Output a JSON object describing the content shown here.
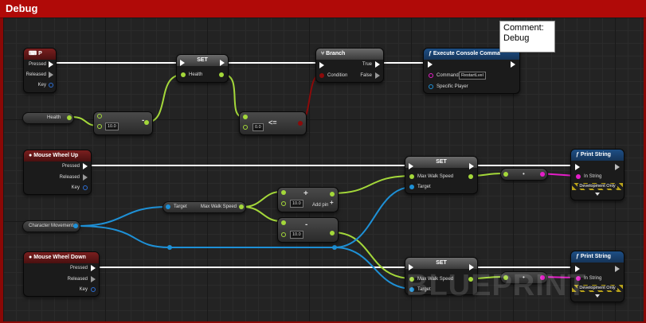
{
  "comment": {
    "title": "Debug",
    "tooltip_line1": "Comment:",
    "tooltip_line2": "Debug"
  },
  "watermark": "BLUEPRINT",
  "colors": {
    "exec": "#ffffff",
    "float": "#a4d83a",
    "object": "#1e90d6",
    "string": "#e51ec8",
    "bool": "#8c0a0a"
  },
  "nodes": {
    "p_event": {
      "title": "P",
      "pins": [
        "Pressed",
        "Released",
        "Key"
      ]
    },
    "health": {
      "label": "Health"
    },
    "subtract1": {
      "value": "10.0",
      "op": "-"
    },
    "set_health": {
      "title": "SET",
      "pin": "Health"
    },
    "lte": {
      "value": "0.0",
      "op": "<="
    },
    "branch": {
      "title": "Branch",
      "true_label": "True",
      "false_label": "False",
      "condition": "Condition"
    },
    "exec_console": {
      "title": "Execute Console Comma",
      "command_label": "Command",
      "command_value": "RestartLvel",
      "player_label": "Specific Player"
    },
    "wheel_up": {
      "title": "Mouse Wheel Up",
      "pins": [
        "Pressed",
        "Released",
        "Key"
      ]
    },
    "wheel_down": {
      "title": "Mouse Wheel Down",
      "pins": [
        "Pressed",
        "Released",
        "Key"
      ]
    },
    "char_movement": {
      "label": "Character Movement"
    },
    "get_speed": {
      "target": "Target",
      "output": "Max Walk Speed"
    },
    "add": {
      "value": "10.0",
      "op": "+",
      "addpin": "Add pin"
    },
    "subtract2": {
      "value": "10.0",
      "op": "-"
    },
    "set_up": {
      "title": "SET",
      "speed": "Max Walk Speed",
      "target": "Target"
    },
    "set_down": {
      "title": "SET",
      "speed": "Max Walk Speed",
      "target": "Target"
    },
    "conv_up": {
      "symbol": "•"
    },
    "conv_down": {
      "symbol": "•"
    },
    "print_up": {
      "title": "Print String",
      "in_string": "In String",
      "dev": "Development Only"
    },
    "print_down": {
      "title": "Print String",
      "in_string": "In String",
      "dev": "Development Only"
    }
  }
}
